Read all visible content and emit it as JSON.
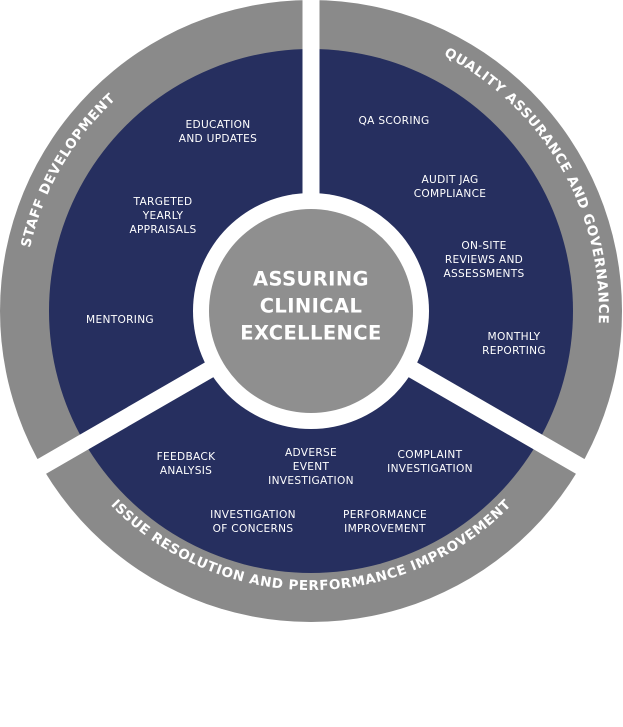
{
  "center": {
    "lines": [
      "ASSURING",
      "CLINICAL",
      "EXCELLENCE"
    ]
  },
  "segments": [
    {
      "name": "staff-development",
      "title": "STAFF DEVELOPMENT",
      "items": [
        [
          "EDUCATION",
          "AND UPDATES"
        ],
        [
          "TARGETED",
          "YEARLY",
          "APPRAISALS"
        ],
        [
          "MENTORING"
        ]
      ]
    },
    {
      "name": "quality-assurance",
      "title": "QUALITY ASSURANCE AND GOVERNANCE",
      "items": [
        [
          "QA SCORING"
        ],
        [
          "AUDIT JAG",
          "COMPLIANCE"
        ],
        [
          "ON-SITE",
          "REVIEWS AND",
          "ASSESSMENTS"
        ],
        [
          "MONTHLY",
          "REPORTING"
        ]
      ]
    },
    {
      "name": "issue-resolution",
      "title": "ISSUE RESOLUTION AND PERFORMANCE IMPROVEMENT",
      "items": [
        [
          "FEEDBACK",
          "ANALYSIS"
        ],
        [
          "ADVERSE",
          "EVENT",
          "INVESTIGATION"
        ],
        [
          "COMPLAINT",
          "INVESTIGATION"
        ],
        [
          "INVESTIGATION",
          "OF CONCERNS"
        ],
        [
          "PERFORMANCE",
          "IMPROVEMENT"
        ]
      ]
    }
  ],
  "colors": {
    "navy": "#262f5f",
    "gray": "#8a8a8a",
    "center": "#8f8f8f",
    "gap": "#ffffff",
    "text": "#ffffff"
  }
}
